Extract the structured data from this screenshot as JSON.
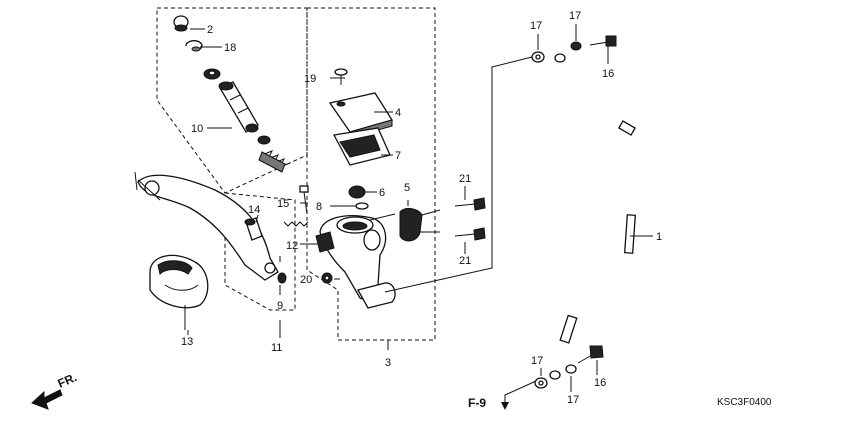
{
  "callouts": {
    "p1": "1",
    "p2": "2",
    "p3": "3",
    "p4": "4",
    "p5": "5",
    "p6": "6",
    "p7": "7",
    "p8": "8",
    "p9": "9",
    "p10": "10",
    "p11": "11",
    "p12": "12",
    "p13": "13",
    "p14": "14",
    "p15": "15",
    "p16a": "16",
    "p16b": "16",
    "p17a": "17",
    "p17b": "17",
    "p17c": "17",
    "p17d": "17",
    "p18": "18",
    "p19": "19",
    "p20": "20",
    "p21a": "21",
    "p21b": "21"
  },
  "reference": "F-9",
  "direction": "FR.",
  "diagram_code": "KSC3F0400"
}
